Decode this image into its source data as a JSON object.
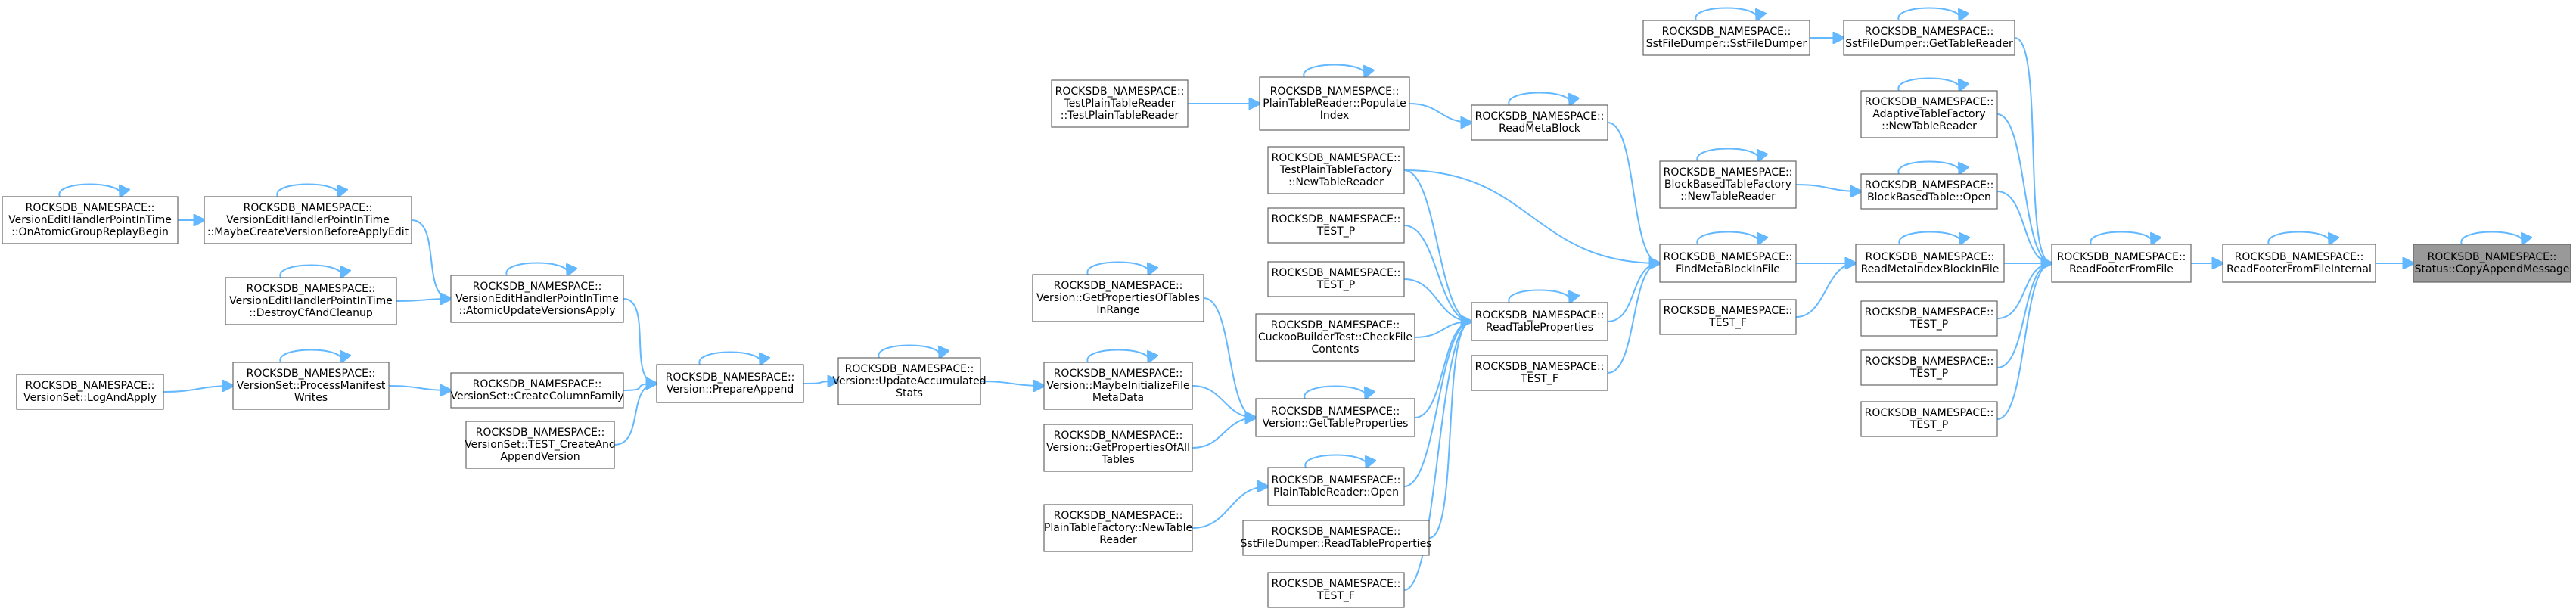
{
  "nodes": [
    {
      "id": "copy_append",
      "lines": [
        "ROCKSDB_NAMESPACE::",
        "Status::CopyAppendMessage"
      ]
    },
    {
      "id": "read_footer_internal",
      "lines": [
        "ROCKSDB_NAMESPACE::",
        "ReadFooterFromFileInternal"
      ]
    },
    {
      "id": "read_footer",
      "lines": [
        "ROCKSDB_NAMESPACE::",
        "ReadFooterFromFile"
      ]
    },
    {
      "id": "sst_get_reader",
      "lines": [
        "ROCKSDB_NAMESPACE::",
        "SstFileDumper::GetTableReader"
      ]
    },
    {
      "id": "sst_ctor",
      "lines": [
        "ROCKSDB_NAMESPACE::",
        "SstFileDumper::SstFileDumper"
      ]
    },
    {
      "id": "adaptive_new_reader",
      "lines": [
        "ROCKSDB_NAMESPACE::",
        "AdaptiveTableFactory",
        "::NewTableReader"
      ]
    },
    {
      "id": "bbt_open",
      "lines": [
        "ROCKSDB_NAMESPACE::",
        "BlockBasedTable::Open"
      ]
    },
    {
      "id": "bbtf_new_reader",
      "lines": [
        "ROCKSDB_NAMESPACE::",
        "BlockBasedTableFactory",
        "::NewTableReader"
      ]
    },
    {
      "id": "read_meta_index",
      "lines": [
        "ROCKSDB_NAMESPACE::",
        "ReadMetaIndexBlockInFile"
      ]
    },
    {
      "id": "test_p_r1",
      "lines": [
        "ROCKSDB_NAMESPACE::",
        "TEST_P"
      ]
    },
    {
      "id": "test_p_r2",
      "lines": [
        "ROCKSDB_NAMESPACE::",
        "TEST_P"
      ]
    },
    {
      "id": "test_p_r3",
      "lines": [
        "ROCKSDB_NAMESPACE::",
        "TEST_P"
      ]
    },
    {
      "id": "find_meta",
      "lines": [
        "ROCKSDB_NAMESPACE::",
        "FindMetaBlockInFile"
      ]
    },
    {
      "id": "test_f_mid",
      "lines": [
        "ROCKSDB_NAMESPACE::",
        "TEST_F"
      ]
    },
    {
      "id": "read_meta_block",
      "lines": [
        "ROCKSDB_NAMESPACE::",
        "ReadMetaBlock"
      ]
    },
    {
      "id": "read_table_props",
      "lines": [
        "ROCKSDB_NAMESPACE::",
        "ReadTableProperties"
      ]
    },
    {
      "id": "test_f_c4",
      "lines": [
        "ROCKSDB_NAMESPACE::",
        "TEST_F"
      ]
    },
    {
      "id": "ptr_populate",
      "lines": [
        "ROCKSDB_NAMESPACE::",
        "PlainTableReader::Populate",
        "Index"
      ]
    },
    {
      "id": "test_ptr",
      "lines": [
        "ROCKSDB_NAMESPACE::",
        "TestPlainTableReader",
        "::TestPlainTableReader"
      ]
    },
    {
      "id": "tptf_new_reader",
      "lines": [
        "ROCKSDB_NAMESPACE::",
        "TestPlainTableFactory",
        "::NewTableReader"
      ]
    },
    {
      "id": "test_p_c3a",
      "lines": [
        "ROCKSDB_NAMESPACE::",
        "TEST_P"
      ]
    },
    {
      "id": "test_p_c3b",
      "lines": [
        "ROCKSDB_NAMESPACE::",
        "TEST_P"
      ]
    },
    {
      "id": "cuckoo_check",
      "lines": [
        "ROCKSDB_NAMESPACE::",
        "CuckooBuilderTest::CheckFile",
        "Contents"
      ]
    },
    {
      "id": "v_get_props",
      "lines": [
        "ROCKSDB_NAMESPACE::",
        "Version::GetTableProperties"
      ]
    },
    {
      "id": "ptr_open",
      "lines": [
        "ROCKSDB_NAMESPACE::",
        "PlainTableReader::Open"
      ]
    },
    {
      "id": "sst_read_props",
      "lines": [
        "ROCKSDB_NAMESPACE::",
        "SstFileDumper::ReadTableProperties"
      ]
    },
    {
      "id": "test_f_c3",
      "lines": [
        "ROCKSDB_NAMESPACE::",
        "TEST_F"
      ]
    },
    {
      "id": "v_get_props_range",
      "lines": [
        "ROCKSDB_NAMESPACE::",
        "Version::GetPropertiesOfTables",
        "InRange"
      ]
    },
    {
      "id": "v_maybe_init",
      "lines": [
        "ROCKSDB_NAMESPACE::",
        "Version::MaybeInitializeFile",
        "MetaData"
      ]
    },
    {
      "id": "v_get_props_all",
      "lines": [
        "ROCKSDB_NAMESPACE::",
        "Version::GetPropertiesOfAll",
        "Tables"
      ]
    },
    {
      "id": "ptf_new_reader",
      "lines": [
        "ROCKSDB_NAMESPACE::",
        "PlainTableFactory::NewTable",
        "Reader"
      ]
    },
    {
      "id": "v_update_stats",
      "lines": [
        "ROCKSDB_NAMESPACE::",
        "Version::UpdateAccumulated",
        "Stats"
      ]
    },
    {
      "id": "v_prepare_append",
      "lines": [
        "ROCKSDB_NAMESPACE::",
        "Version::PrepareAppend"
      ]
    },
    {
      "id": "vehpit_atomic",
      "lines": [
        "ROCKSDB_NAMESPACE::",
        "VersionEditHandlerPointInTime",
        "::AtomicUpdateVersionsApply"
      ]
    },
    {
      "id": "vs_create_cf",
      "lines": [
        "ROCKSDB_NAMESPACE::",
        "VersionSet::CreateColumnFamily"
      ]
    },
    {
      "id": "vs_test_create",
      "lines": [
        "ROCKSDB_NAMESPACE::",
        "VersionSet::TEST_CreateAnd",
        "AppendVersion"
      ]
    },
    {
      "id": "vehpit_maybe",
      "lines": [
        "ROCKSDB_NAMESPACE::",
        "VersionEditHandlerPointInTime",
        "::MaybeCreateVersionBeforeApplyEdit"
      ]
    },
    {
      "id": "vehpit_destroy",
      "lines": [
        "ROCKSDB_NAMESPACE::",
        "VersionEditHandlerPointInTime",
        "::DestroyCfAndCleanup"
      ]
    },
    {
      "id": "vs_process",
      "lines": [
        "ROCKSDB_NAMESPACE::",
        "VersionSet::ProcessManifest",
        "Writes"
      ]
    },
    {
      "id": "vehpit_on_atomic",
      "lines": [
        "ROCKSDB_NAMESPACE::",
        "VersionEditHandlerPointInTime",
        "::OnAtomicGroupReplayBegin"
      ]
    },
    {
      "id": "vs_log_apply",
      "lines": [
        "ROCKSDB_NAMESPACE::",
        "VersionSet::LogAndApply"
      ]
    }
  ],
  "edges": [
    [
      "read_footer_internal",
      "copy_append"
    ],
    [
      "read_footer",
      "read_footer_internal"
    ],
    [
      "sst_get_reader",
      "read_footer"
    ],
    [
      "adaptive_new_reader",
      "read_footer"
    ],
    [
      "bbt_open",
      "read_footer"
    ],
    [
      "read_meta_index",
      "read_footer"
    ],
    [
      "test_p_r1",
      "read_footer"
    ],
    [
      "test_p_r2",
      "read_footer"
    ],
    [
      "test_p_r3",
      "read_footer"
    ],
    [
      "sst_ctor",
      "sst_get_reader"
    ],
    [
      "bbtf_new_reader",
      "bbt_open"
    ],
    [
      "find_meta",
      "read_meta_index"
    ],
    [
      "test_f_mid",
      "read_meta_index"
    ],
    [
      "read_meta_block",
      "find_meta"
    ],
    [
      "read_table_props",
      "find_meta"
    ],
    [
      "test_f_c4",
      "find_meta"
    ],
    [
      "ptr_populate",
      "read_meta_block"
    ],
    [
      "test_ptr",
      "ptr_populate"
    ],
    [
      "tptf_new_reader",
      "find_meta"
    ],
    [
      "tptf_new_reader",
      "read_table_props"
    ],
    [
      "test_p_c3a",
      "read_table_props"
    ],
    [
      "test_p_c3b",
      "read_table_props"
    ],
    [
      "cuckoo_check",
      "read_table_props"
    ],
    [
      "v_get_props",
      "read_table_props"
    ],
    [
      "ptr_open",
      "read_table_props"
    ],
    [
      "sst_read_props",
      "read_table_props"
    ],
    [
      "test_f_c3",
      "read_table_props"
    ],
    [
      "v_get_props_range",
      "v_get_props"
    ],
    [
      "v_maybe_init",
      "v_get_props"
    ],
    [
      "v_get_props_all",
      "v_get_props"
    ],
    [
      "ptf_new_reader",
      "ptr_open"
    ],
    [
      "v_update_stats",
      "v_maybe_init"
    ],
    [
      "v_prepare_append",
      "v_update_stats"
    ],
    [
      "vehpit_atomic",
      "v_prepare_append"
    ],
    [
      "vs_create_cf",
      "v_prepare_append"
    ],
    [
      "vs_test_create",
      "v_prepare_append"
    ],
    [
      "vehpit_maybe",
      "vehpit_atomic"
    ],
    [
      "vehpit_destroy",
      "vehpit_atomic"
    ],
    [
      "vs_process",
      "vs_create_cf"
    ],
    [
      "vehpit_on_atomic",
      "vehpit_maybe"
    ],
    [
      "vs_log_apply",
      "vs_process"
    ]
  ],
  "self_loops": [
    "copy_append",
    "read_footer_internal",
    "read_footer",
    "sst_get_reader",
    "sst_ctor",
    "adaptive_new_reader",
    "bbt_open",
    "bbtf_new_reader",
    "read_meta_index",
    "find_meta",
    "read_meta_block",
    "read_table_props",
    "ptr_populate",
    "v_get_props",
    "ptr_open",
    "v_get_props_range",
    "v_maybe_init",
    "v_update_stats",
    "v_prepare_append",
    "vehpit_atomic",
    "vehpit_maybe",
    "vehpit_destroy",
    "vs_process",
    "vehpit_on_atomic"
  ],
  "root": "copy_append",
  "colors": {
    "edge": "#63b8ff",
    "node_border": "#666666",
    "root_fill": "#999999",
    "node_fill": "#ffffff"
  }
}
